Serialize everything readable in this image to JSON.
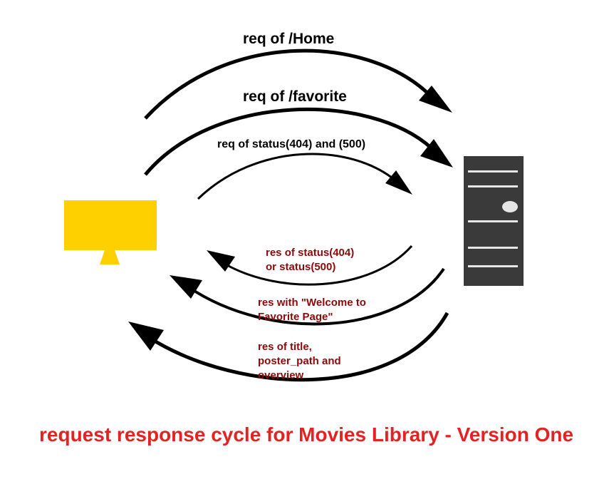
{
  "diagram": {
    "caption": "request response cycle for Movies Library - Version One",
    "requests": [
      {
        "label": "req  of /Home"
      },
      {
        "label": "req  of /favorite"
      },
      {
        "label": "req  of status(404) and (500)"
      }
    ],
    "responses": [
      {
        "lines": [
          "res of status(404)",
          "or status(500)"
        ]
      },
      {
        "lines": [
          "res  with \"Welcome to",
          "Favorite Page\""
        ]
      },
      {
        "lines": [
          "res  of  title,",
          "poster_path and",
          "overview"
        ]
      }
    ],
    "colors": {
      "client": "#ffd000",
      "server": "#3a3a3a",
      "request_text": "#000000",
      "response_text": "#8b0a0a",
      "caption": "#e32222"
    },
    "icons": {
      "client": "monitor-icon",
      "server": "server-tower-icon"
    }
  }
}
